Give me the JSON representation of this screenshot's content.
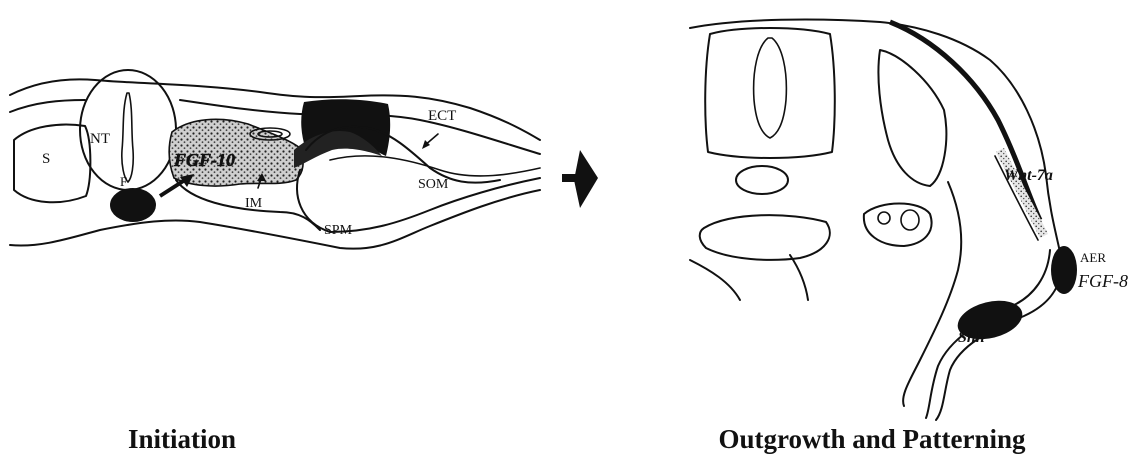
{
  "panels": {
    "left": {
      "caption": "Initiation",
      "labels": {
        "nt": "NT",
        "s": "S",
        "f": "F",
        "ect": "ECT",
        "som": "SOM",
        "spm": "SPM",
        "im": "IM",
        "gene": "FGF-10"
      }
    },
    "right": {
      "caption": "Outgrowth and Patterning",
      "labels": {
        "wnt": "Wnt-7a",
        "aer": "AER",
        "fgf8": "FGF-8",
        "shh": "Shh"
      }
    }
  },
  "arrow": {
    "direction": "right"
  }
}
